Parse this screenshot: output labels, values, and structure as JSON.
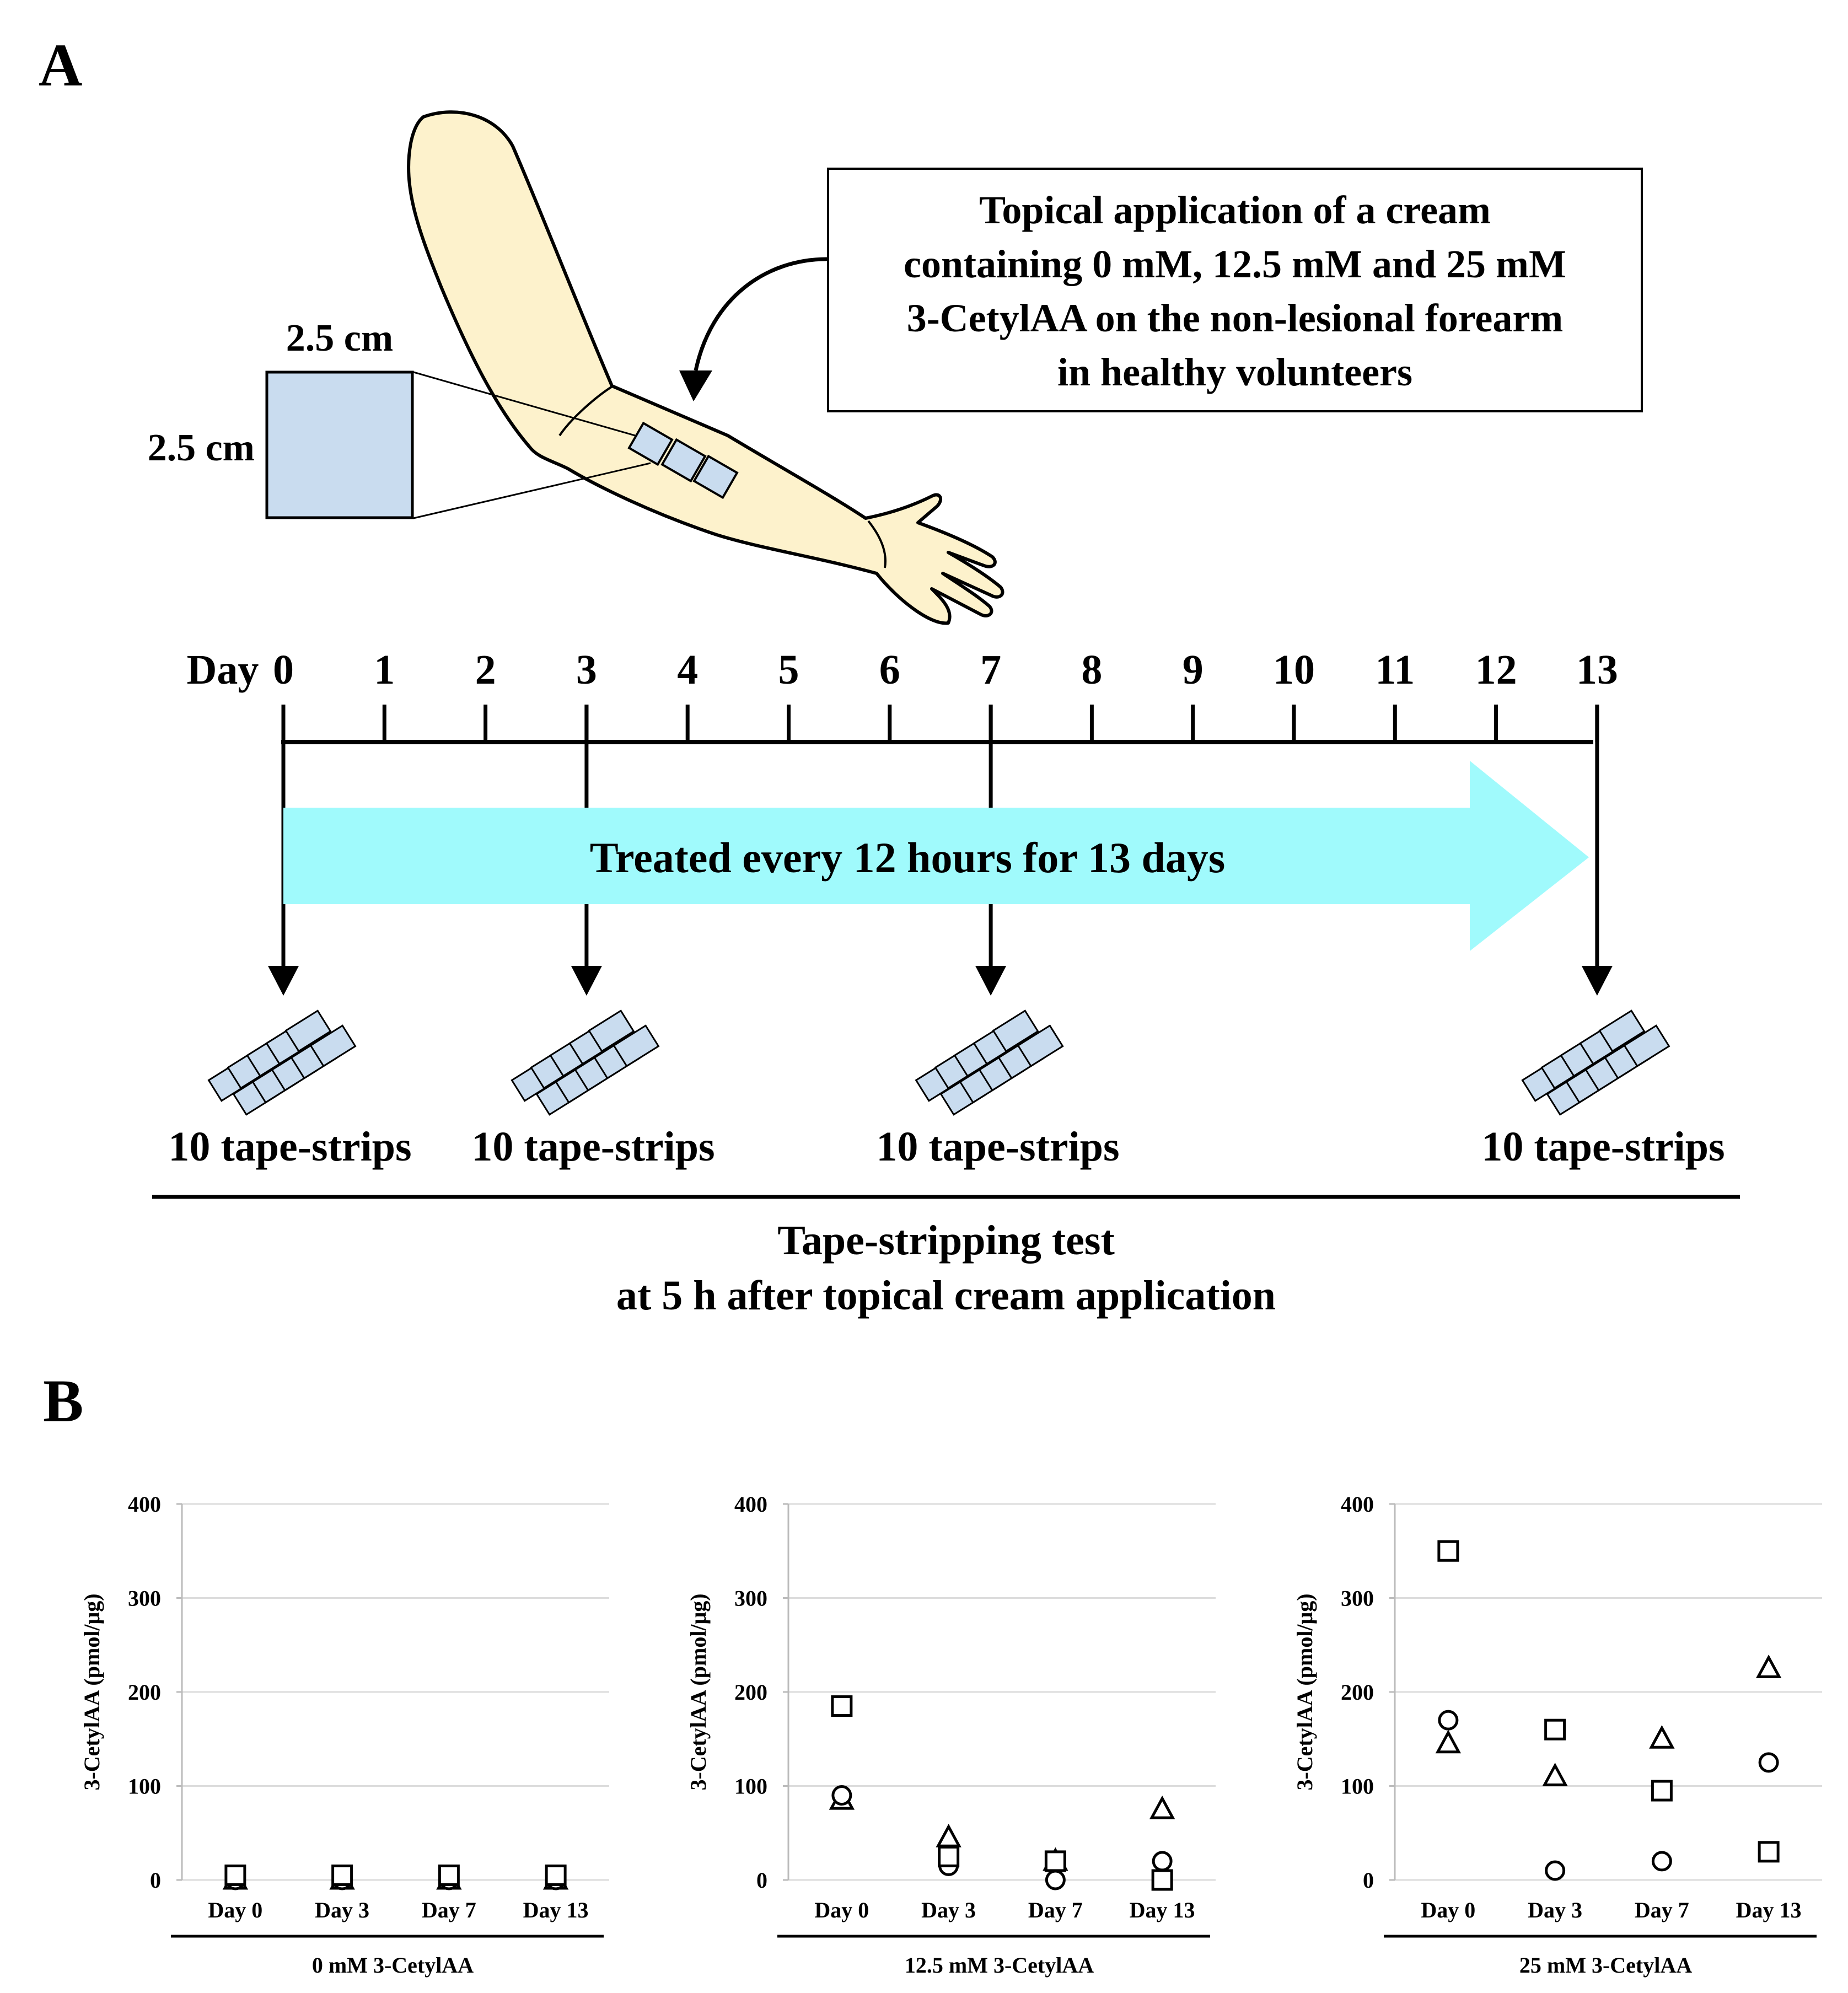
{
  "panel_a": {
    "label": "A",
    "callout_lines": [
      "Topical application of a cream",
      "containing 0 mM, 12.5 mM and 25 mM",
      "3-CetylAA on the non-lesional forearm",
      "in healthy volunteers"
    ],
    "patch_width_label": "2.5 cm",
    "patch_height_label": "2.5 cm",
    "timeline_prefix": "Day",
    "days": [
      "0",
      "1",
      "2",
      "3",
      "4",
      "5",
      "6",
      "7",
      "8",
      "9",
      "10",
      "11",
      "12",
      "13"
    ],
    "treatment_text": "Treated every 12 hours for 13 days",
    "sampling_days": [
      0,
      3,
      7,
      13
    ],
    "tape_strip_label": "10 tape-strips",
    "footer_lines": [
      "Tape-stripping test",
      "at 5 h after topical cream application"
    ],
    "colors": {
      "arm_fill": "#fdf2cc",
      "patch_fill": "#c9dcef",
      "arrow_fill": "#a0fafc"
    }
  },
  "panel_b": {
    "label": "B"
  },
  "chart_data": [
    {
      "type": "scatter",
      "categories": [
        "Day 0",
        "Day 3",
        "Day 7",
        "Day 13"
      ],
      "ylabel": "3-CetylAA (pmol/μg)",
      "xlabel": "0 mM 3-CetylAA",
      "ylim": [
        0,
        400
      ],
      "yticks": [
        0,
        100,
        200,
        300,
        400
      ],
      "grid": true,
      "series": [
        {
          "marker": "square",
          "values": [
            5,
            5,
            5,
            5
          ]
        },
        {
          "marker": "circle",
          "values": [
            0,
            0,
            0,
            0
          ]
        },
        {
          "marker": "triangle",
          "values": [
            0,
            0,
            0,
            0
          ]
        }
      ]
    },
    {
      "type": "scatter",
      "categories": [
        "Day 0",
        "Day 3",
        "Day 7",
        "Day 13"
      ],
      "ylabel": "3-CetylAA (pmol/μg)",
      "xlabel": "12.5 mM 3-CetylAA",
      "ylim": [
        0,
        400
      ],
      "yticks": [
        0,
        100,
        200,
        300,
        400
      ],
      "grid": true,
      "series": [
        {
          "marker": "square",
          "values": [
            185,
            25,
            20,
            0
          ]
        },
        {
          "marker": "circle",
          "values": [
            90,
            15,
            0,
            20
          ]
        },
        {
          "marker": "triangle",
          "values": [
            85,
            45,
            20,
            75
          ]
        }
      ]
    },
    {
      "type": "scatter",
      "categories": [
        "Day 0",
        "Day 3",
        "Day 7",
        "Day 13"
      ],
      "ylabel": "3-CetylAA (pmol/μg)",
      "xlabel": "25 mM 3-CetylAA",
      "ylim": [
        0,
        400
      ],
      "yticks": [
        0,
        100,
        200,
        300,
        400
      ],
      "grid": true,
      "series": [
        {
          "marker": "square",
          "values": [
            350,
            160,
            95,
            30
          ]
        },
        {
          "marker": "circle",
          "values": [
            170,
            10,
            20,
            125
          ]
        },
        {
          "marker": "triangle",
          "values": [
            145,
            110,
            150,
            225
          ]
        }
      ]
    }
  ]
}
